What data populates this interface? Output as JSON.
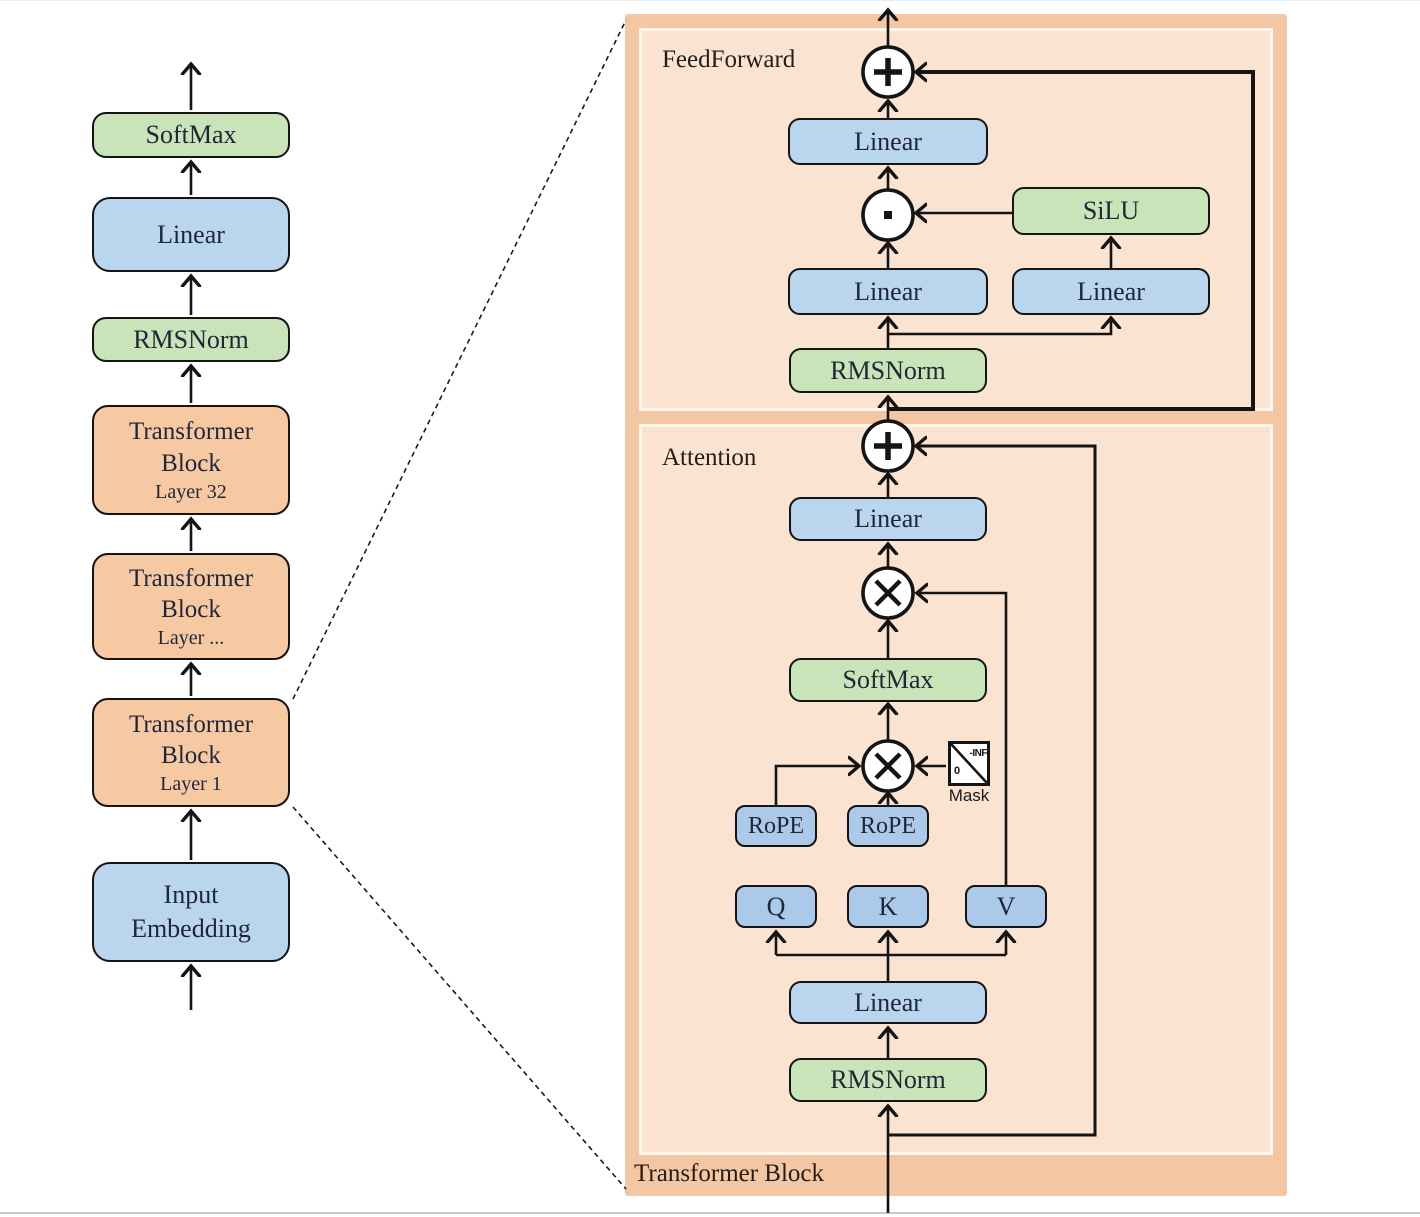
{
  "left_column": {
    "blocks": [
      {
        "label": "SoftMax"
      },
      {
        "label": "Linear"
      },
      {
        "label": "RMSNorm"
      },
      {
        "label": "Transformer Block",
        "sub": "Layer 32"
      },
      {
        "label": "Transformer Block",
        "sub": "Layer ..."
      },
      {
        "label": "Transformer Block",
        "sub": "Layer 1"
      },
      {
        "label": "Input Embedding"
      }
    ]
  },
  "panel": {
    "title": "Transformer Block",
    "feedforward": {
      "label": "FeedForward",
      "linear_out": "Linear",
      "silu": "SiLU",
      "linear_gate": "Linear",
      "linear_up": "Linear",
      "rmsnorm": "RMSNorm"
    },
    "attention": {
      "label": "Attention",
      "linear_out": "Linear",
      "softmax": "SoftMax",
      "rope_q": "RoPE",
      "rope_k": "RoPE",
      "q": "Q",
      "k": "K",
      "v": "V",
      "linear_qkv": "Linear",
      "rmsnorm": "RMSNorm",
      "mask_label": "Mask",
      "mask_zero": "0",
      "mask_neg_inf": "-INF"
    }
  },
  "ops": {
    "add": "+",
    "matmul": "×",
    "elementwise_dot": "·"
  },
  "colors": {
    "box_green": "#c8e4b8",
    "box_blue": "#b9d6ee",
    "box_blue_qkv": "#abc9e8",
    "box_orange": "#f6c9a3",
    "panel_outer": "#f3c7a3",
    "panel_inner": "#fbe3d1",
    "line": "#141414"
  }
}
